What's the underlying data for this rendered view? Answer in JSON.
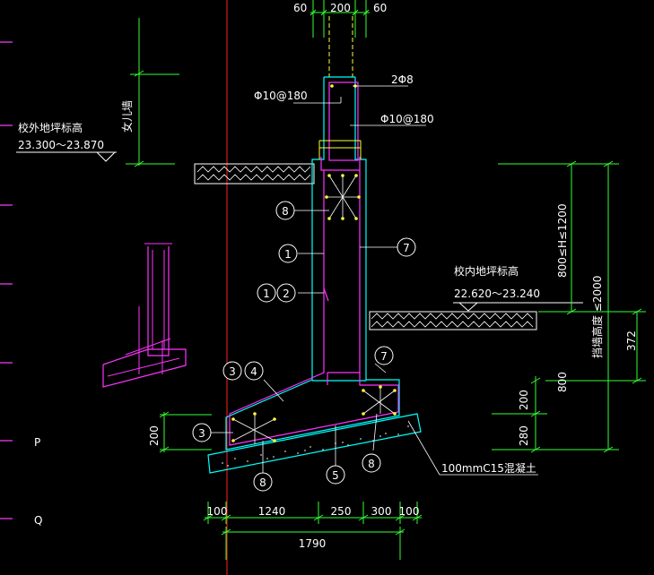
{
  "colors": {
    "background": "#000000",
    "concrete_outline": "#00ffff",
    "rebar": "#ff33ff",
    "dimension": "#33ff33",
    "text": "#ffffff",
    "axis": "#ff2222",
    "grid_tick": "#cc33cc",
    "node": "#ffff33"
  },
  "top_dims": {
    "left": "60",
    "mid": "200",
    "right": "60"
  },
  "column_label": "女儿墙",
  "rebar_labels": {
    "top_bars": "2Φ8",
    "stirrup_left": "Φ10@180",
    "stirrup_right": "Φ10@180"
  },
  "outside_grade": {
    "label": "校外地坪标高",
    "value": "23.300～23.870"
  },
  "inside_grade": {
    "label": "校内地坪标高",
    "value": "22.620～23.240"
  },
  "right_dims": {
    "height_range": "800≤H≤1200",
    "wall_height": "挡墙高度 ≤2000",
    "small": "372",
    "v800": "800",
    "v200": "200",
    "v280": "280"
  },
  "left_dim": "200",
  "bottom_dims": {
    "d100a": "100",
    "d1240": "1240",
    "d250": "250",
    "d300": "300",
    "d100b": "100",
    "total": "1790"
  },
  "concrete_note": "100mmC15混凝土",
  "grid_labels": {
    "p": "P",
    "q": "Q"
  },
  "markers": {
    "m8_top": "8",
    "m1": "1",
    "m7_mid": "7",
    "m12a": "1",
    "m12b": "2",
    "m3a": "3",
    "m4": "4",
    "m7_bot": "7",
    "m3_left": "3",
    "m8_bl": "8",
    "m5": "5",
    "m8_br": "8"
  }
}
